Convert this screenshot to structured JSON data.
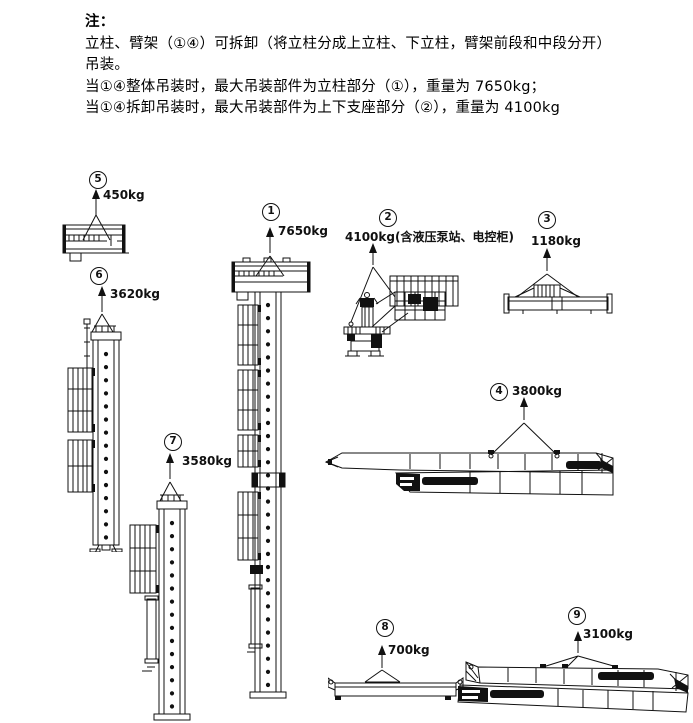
{
  "page": {
    "background": "#ffffff",
    "ink": "#111111"
  },
  "note": {
    "title": "注：",
    "lines": [
      "立柱、臂架（①④）可拆卸（将立柱分成上立柱、下立柱，臂架前段和中段分开）",
      "吊装。",
      "当①④整体吊装时，最大吊装部件为立柱部分（①），重量为 7650kg；",
      "当①④拆卸吊装时，最大吊装部件为上下支座部分（②），重量为 4100kg"
    ]
  },
  "icons": {
    "lift_arrow": "up-arrow",
    "item_badge": "circled-number",
    "sling": "lifting-sling-lines"
  },
  "items": {
    "item1": {
      "number": "1",
      "weight": "7650kg"
    },
    "item2": {
      "number": "2",
      "weight": "4100kg(含液压泵站、电控柜)"
    },
    "item3": {
      "number": "3",
      "weight": "1180kg"
    },
    "item4": {
      "number": "4",
      "weight": "3800kg"
    },
    "item5": {
      "number": "5",
      "weight": "450kg"
    },
    "item6": {
      "number": "6",
      "weight": "3620kg"
    },
    "item7": {
      "number": "7",
      "weight": "3580kg"
    },
    "item8": {
      "number": "8",
      "weight": "700kg"
    },
    "item9": {
      "number": "9",
      "weight": "3100kg"
    }
  }
}
